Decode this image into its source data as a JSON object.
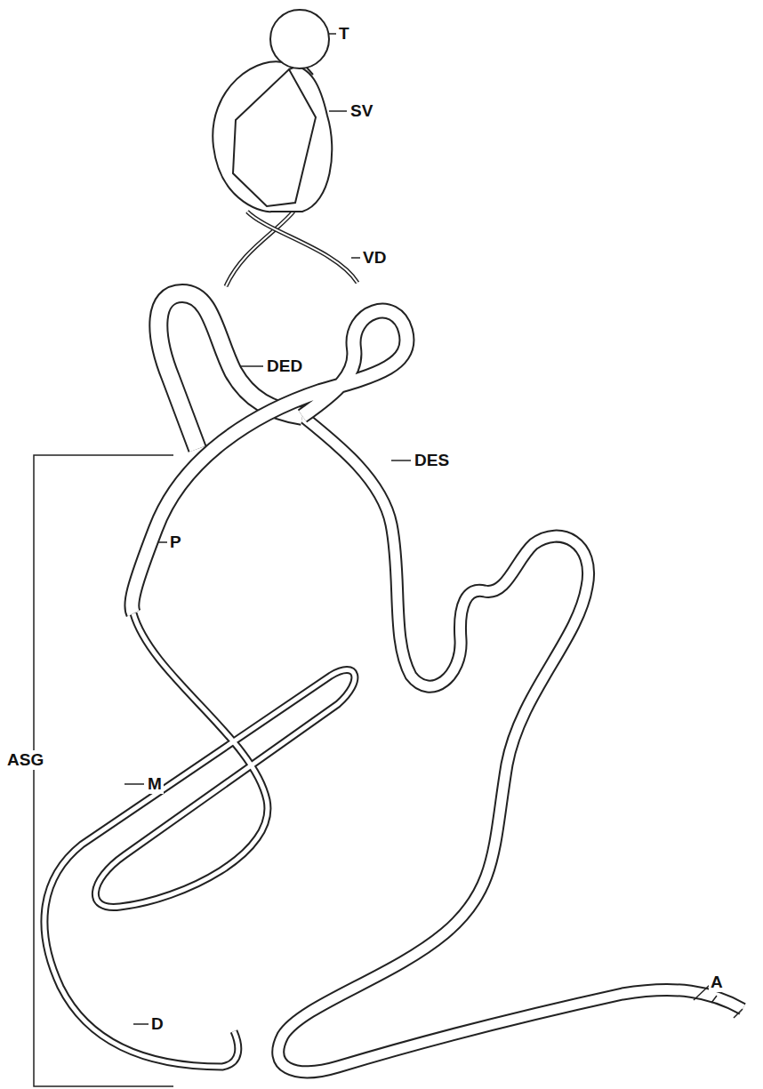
{
  "diagram": {
    "labels": [
      "T",
      "SV",
      "VD",
      "DED",
      "DES",
      "P",
      "ASG",
      "M",
      "D",
      "A"
    ]
  }
}
